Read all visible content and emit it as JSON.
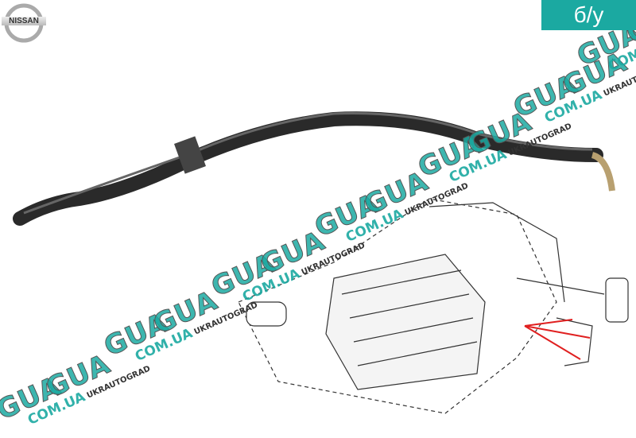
{
  "brand_logo": "NISSAN",
  "condition_badge": "б/у",
  "watermark": {
    "main": "GUA",
    "domain": "COM.UA",
    "site": "UKRAUTOGRAD"
  },
  "colors": {
    "badge": "#1ba9a1",
    "watermark": "#1ba9a1",
    "arrows": "#e02020"
  }
}
